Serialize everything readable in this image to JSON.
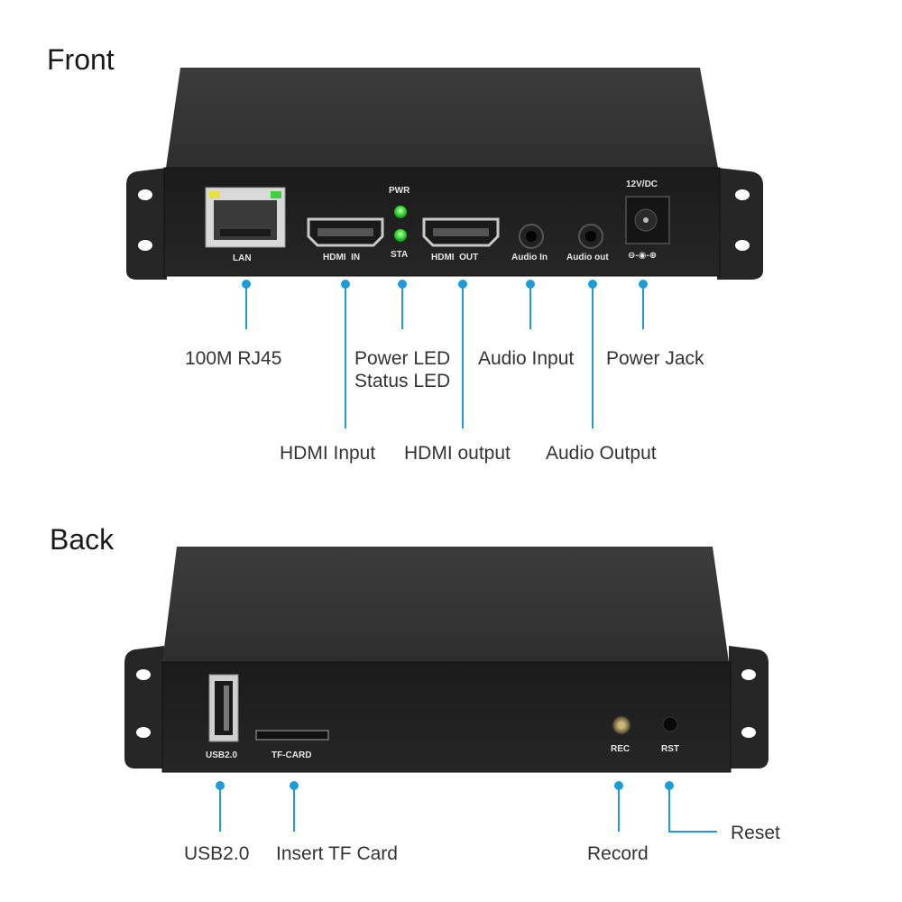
{
  "sections": {
    "front_title": "Front",
    "back_title": "Back"
  },
  "front_panel": {
    "lan": "LAN",
    "pwr": "PWR",
    "sta": "STA",
    "hdmi_in": "HDMI  IN",
    "hdmi_out": "HDMI  OUT",
    "audio_in": "Audio In",
    "audio_out": "Audio out",
    "dc": "12V/DC",
    "polarity": "⊖-◉-⊕"
  },
  "back_panel": {
    "usb": "USB2.0",
    "tf": "TF-CARD",
    "rec": "REC",
    "rst": "RST"
  },
  "callouts": {
    "rj45": "100M RJ45",
    "hdmi_input": "HDMI Input",
    "power_led": "Power LED",
    "status_led": "Status LED",
    "hdmi_output": "HDMI output",
    "audio_input": "Audio Input",
    "audio_output": "Audio Output",
    "power_jack": "Power Jack",
    "usb": "USB2.0",
    "tf_card": "Insert TF Card",
    "record": "Record",
    "reset": "Reset"
  },
  "colors": {
    "callout_line": "#1e9bd7",
    "device_body": "#2b2b2b",
    "device_top": "#3a3a3a",
    "led_green": "#3fe03f"
  }
}
